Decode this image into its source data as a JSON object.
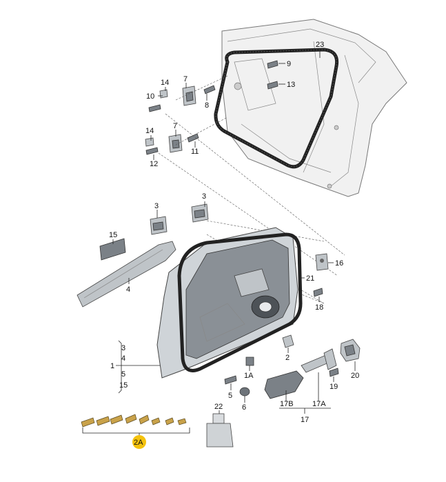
{
  "callouts": {
    "c23": "23",
    "c9": "9",
    "c13": "13",
    "c14a": "14",
    "c7a": "7",
    "c10": "10",
    "c8": "8",
    "c14b": "14",
    "c7b": "7",
    "c11": "11",
    "c12": "12",
    "c3a": "3",
    "c3b": "3",
    "c15": "15",
    "c4": "4",
    "c16": "16",
    "c21": "21",
    "c18": "18",
    "c2": "2",
    "c20": "20",
    "c19": "19",
    "c1a": "1A",
    "c5": "5",
    "c6": "6",
    "c17b": "17B",
    "c17a": "17A",
    "c17": "17",
    "c22": "22",
    "c2a": "2A",
    "g1": "1",
    "g3": "3",
    "g4": "4",
    "g5": "5",
    "g15": "15"
  },
  "colors": {
    "highlight": "#f4c20d",
    "ink": "#111111"
  }
}
